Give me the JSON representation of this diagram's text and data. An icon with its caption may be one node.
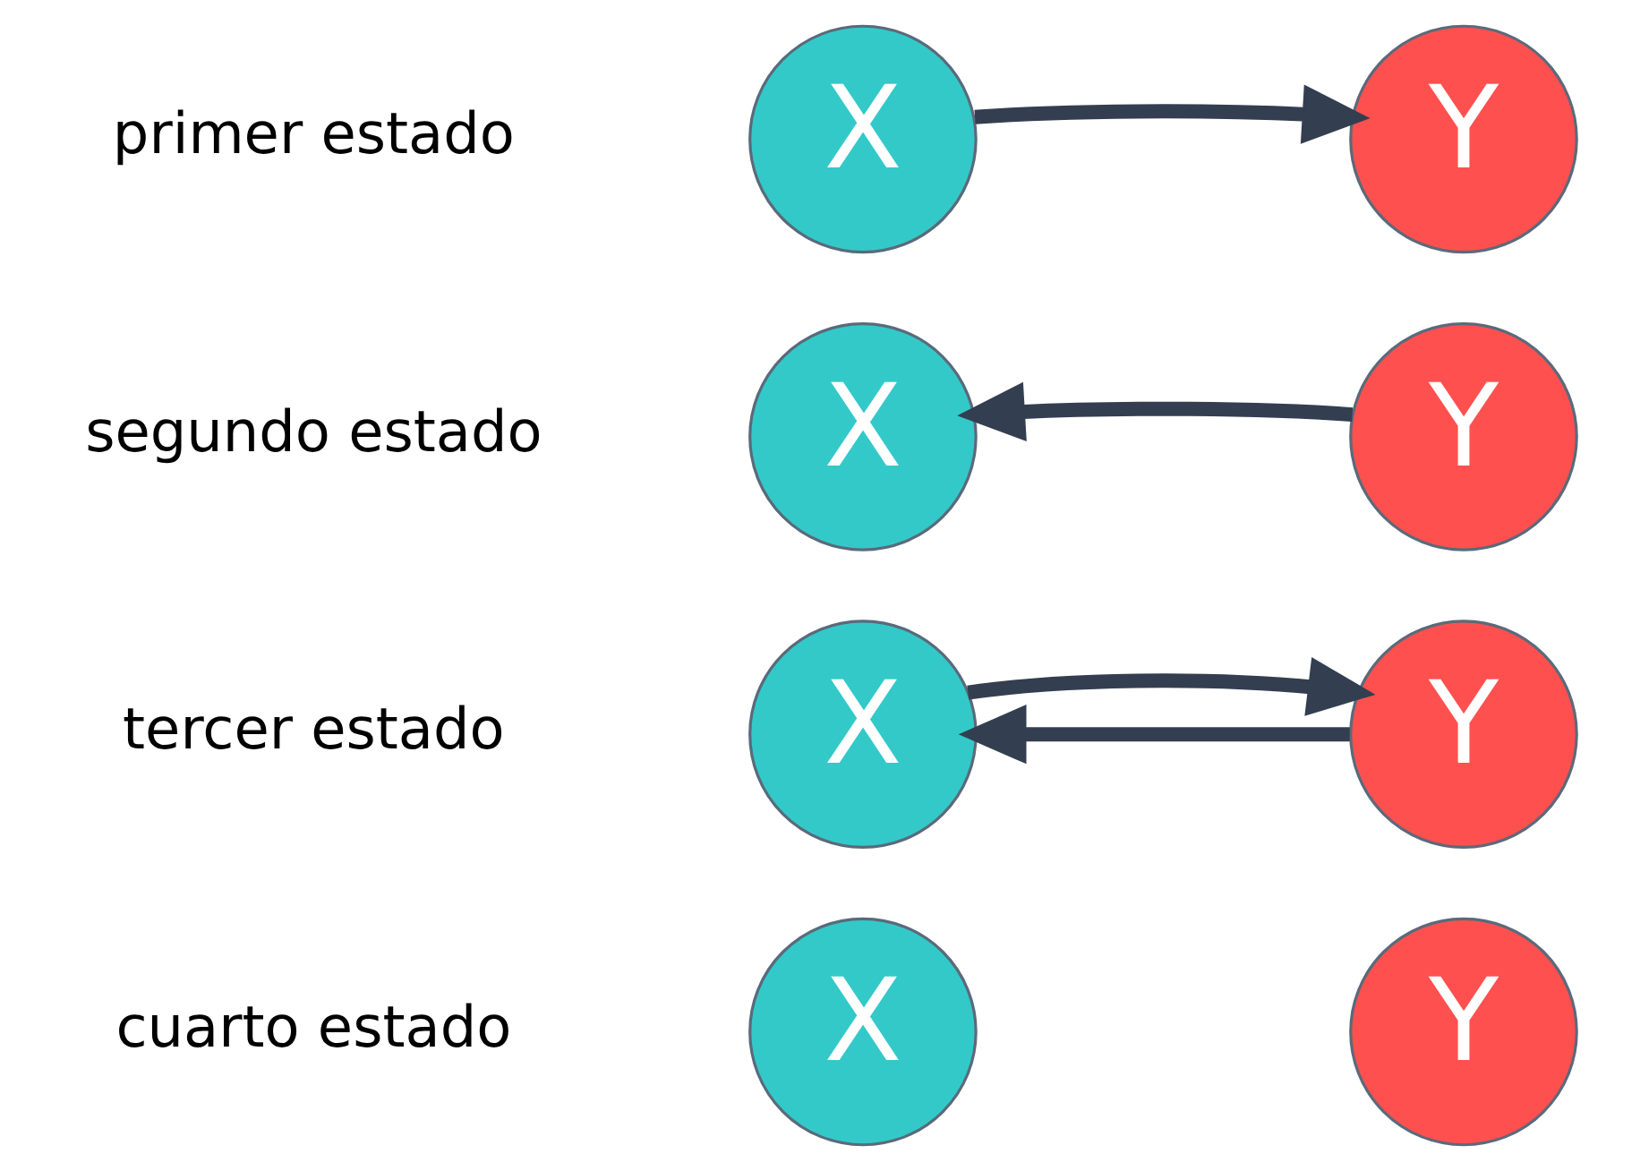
{
  "diagram": {
    "nodes": [
      {
        "text": [
          "X"
        ]
      },
      {
        "text": [
          "Y"
        ]
      },
      {
        "text": [
          "X"
        ]
      },
      {
        "text": [
          "Y"
        ]
      },
      {
        "text": [
          "X"
        ]
      },
      {
        "text": [
          "Y"
        ]
      },
      {
        "text": [
          "X"
        ]
      },
      {
        "text": [
          "Y"
        ]
      }
    ],
    "edges": [
      {
        "from": 0,
        "to": 1,
        "arrow": "to"
      },
      {
        "from": 3,
        "to": 2,
        "arrow": "to"
      },
      {
        "from": 5,
        "to": 4,
        "arrow": "to"
      },
      {
        "from": 4,
        "to": 5,
        "arrow": "to"
      }
    ],
    "labels": [
      "primer estado",
      "segundo estado",
      "tercer estado",
      "cuarto estado"
    ]
  }
}
